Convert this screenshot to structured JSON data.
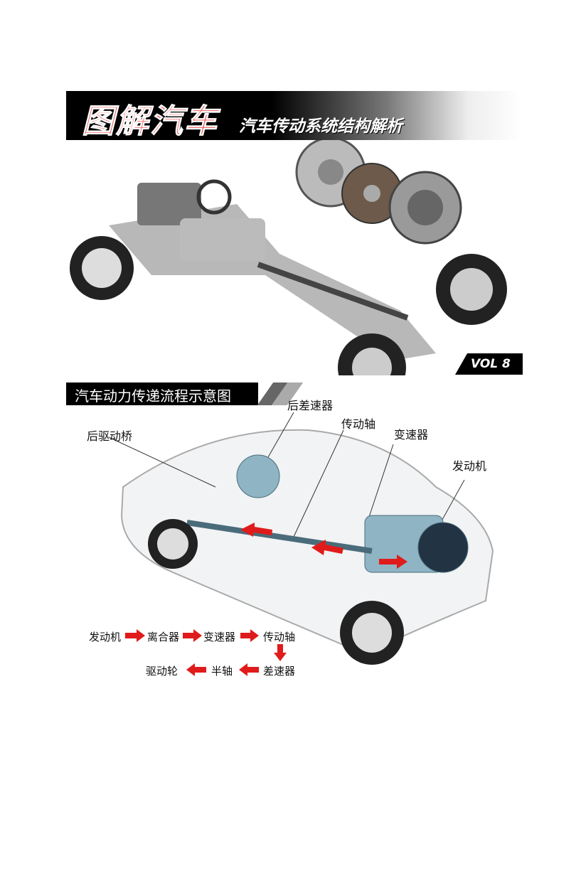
{
  "banner": {
    "title": "图解汽车",
    "subtitle": "汽车传动系统结构解析"
  },
  "badge": {
    "volume": "VOL 8"
  },
  "section": {
    "title": "汽车动力传递流程示意图"
  },
  "labels": {
    "rear_differential": "后差速器",
    "drive_shaft": "传动轴",
    "transmission": "变速器",
    "engine": "发动机",
    "rear_axle": "后驱动桥"
  },
  "flow": {
    "row1": [
      "发动机",
      "离合器",
      "变速器",
      "传动轴"
    ],
    "row2": [
      "差速器",
      "半轴",
      "驱动轮"
    ]
  },
  "colors": {
    "accent": "#e8423f",
    "arrow": "#e01b1b",
    "chassis": "#8fb4c4"
  }
}
